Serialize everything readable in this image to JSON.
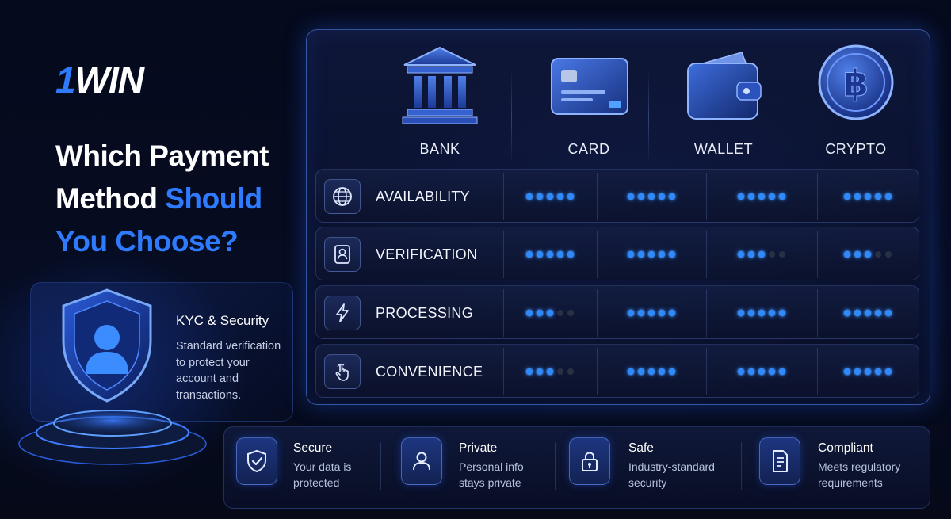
{
  "logo": {
    "part1": "1",
    "part2": "WIN"
  },
  "headline": {
    "line1": "Which Payment",
    "line2_white": "Method ",
    "line2_blue": "Should",
    "line3": "You Choose?"
  },
  "kyc": {
    "title": "KYC & Security",
    "text": "Standard verification to protect your account and transactions.",
    "icon": "shield-user-icon"
  },
  "methods": [
    {
      "label": "BANK",
      "icon": "bank-icon"
    },
    {
      "label": "CARD",
      "icon": "credit-card-icon"
    },
    {
      "label": "WALLET",
      "icon": "wallet-icon"
    },
    {
      "label": "CRYPTO",
      "icon": "bitcoin-icon"
    }
  ],
  "ratings": {
    "max": 5,
    "rows": [
      {
        "label": "AVAILABILITY",
        "icon": "globe-icon",
        "scores": [
          5,
          5,
          5,
          5
        ]
      },
      {
        "label": "VERIFICATION",
        "icon": "id-badge-icon",
        "scores": [
          5,
          5,
          3,
          3
        ]
      },
      {
        "label": "PROCESSING",
        "icon": "lightning-icon",
        "scores": [
          3,
          5,
          5,
          5
        ]
      },
      {
        "label": "CONVENIENCE",
        "icon": "touch-icon",
        "scores": [
          3,
          5,
          5,
          5
        ]
      }
    ]
  },
  "features": [
    {
      "title": "Secure",
      "text": "Your data is protected",
      "icon": "shield-check-icon"
    },
    {
      "title": "Private",
      "text": "Personal info stays private",
      "icon": "user-icon"
    },
    {
      "title": "Safe",
      "text": "Industry-standard security",
      "icon": "padlock-icon"
    },
    {
      "title": "Compliant",
      "text": "Meets regulatory requirements",
      "icon": "document-icon"
    }
  ],
  "colors": {
    "accent": "#2f7bff",
    "dot_on": "#2e8bff",
    "dot_off": "#2a3044",
    "background": "#060c22"
  }
}
